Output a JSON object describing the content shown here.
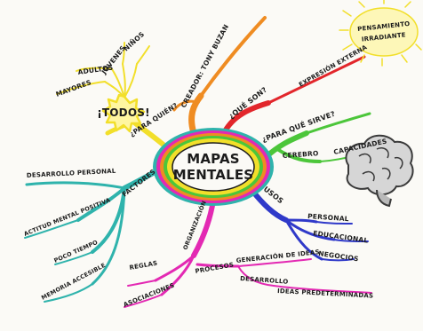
{
  "center": {
    "line1": "MAPAS",
    "line2": "MENTALES"
  },
  "sun": {
    "line1": "PENSAMIENTO",
    "line2": "IRRADIANTE"
  },
  "branches": {
    "para_quien": {
      "label": "¿PARA QUIÉN?",
      "color": "#f2df2a",
      "burst": "¡TODOS!",
      "items": [
        "MAYORES",
        "ADULTOS",
        "JÓVENES",
        "NIÑOS"
      ]
    },
    "creador": {
      "label": "CREADOR: TONY BUZAN",
      "color": "#ef8c22"
    },
    "que_son": {
      "label": "¿QUÉ SON?",
      "color": "#e2262b",
      "items": [
        "EXPRESIÓN EXTERNA"
      ]
    },
    "para_que_sirve": {
      "label": "¿PARA QUÉ SIRVE?",
      "color": "#4cc63a",
      "items": [
        "CEREBRO",
        "CAPACIDADES"
      ]
    },
    "usos": {
      "label": "USOS",
      "color": "#2f39c9",
      "items": [
        "PERSONAL",
        "EDUCACIONAL",
        "NEGOCIOS"
      ]
    },
    "organizacion": {
      "label": "ORGANIZACIÓN",
      "color": "#e329b3",
      "items": [
        "REGLAS",
        "ASOCIACIONES",
        "PROCESOS",
        "GENERACIÓN DE IDEAS",
        "DESARROLLO",
        "IDEAS PREDETERMINADAS"
      ]
    },
    "factores": {
      "label": "FACTORES",
      "color": "#2fb3ac",
      "items": [
        "DESARROLLO PERSONAL",
        "ACTITUD MENTAL POSITIVA",
        "POCO TIEMPO",
        "MEMORIA ACCESIBLE"
      ]
    }
  }
}
